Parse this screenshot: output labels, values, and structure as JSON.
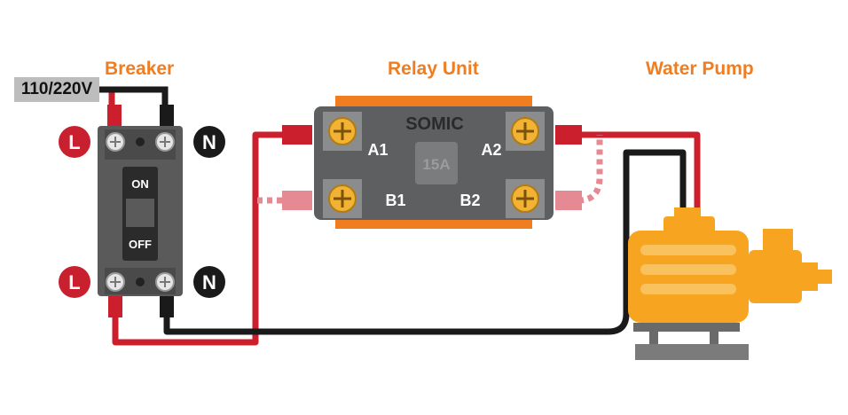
{
  "breaker": {
    "title": "Breaker",
    "supply_label": "110/220V",
    "on_label": "ON",
    "off_label": "OFF",
    "line_top": "L",
    "neutral_top": "N",
    "line_bottom": "L",
    "neutral_bottom": "N"
  },
  "relay": {
    "title": "Relay Unit",
    "brand": "SOMIC",
    "rating": "15A",
    "terminals": [
      "A1",
      "A2",
      "B1",
      "B2"
    ]
  },
  "pump": {
    "title": "Water Pump"
  },
  "colors": {
    "accent": "#f07d1f",
    "wire_live": "#cc1f2d",
    "wire_neutral": "#1a1a1a",
    "relay_body": "#5d5f61",
    "relay_frame": "#f07d1f",
    "pump": "#f7a521",
    "breaker_body": "#5a5a5a"
  }
}
